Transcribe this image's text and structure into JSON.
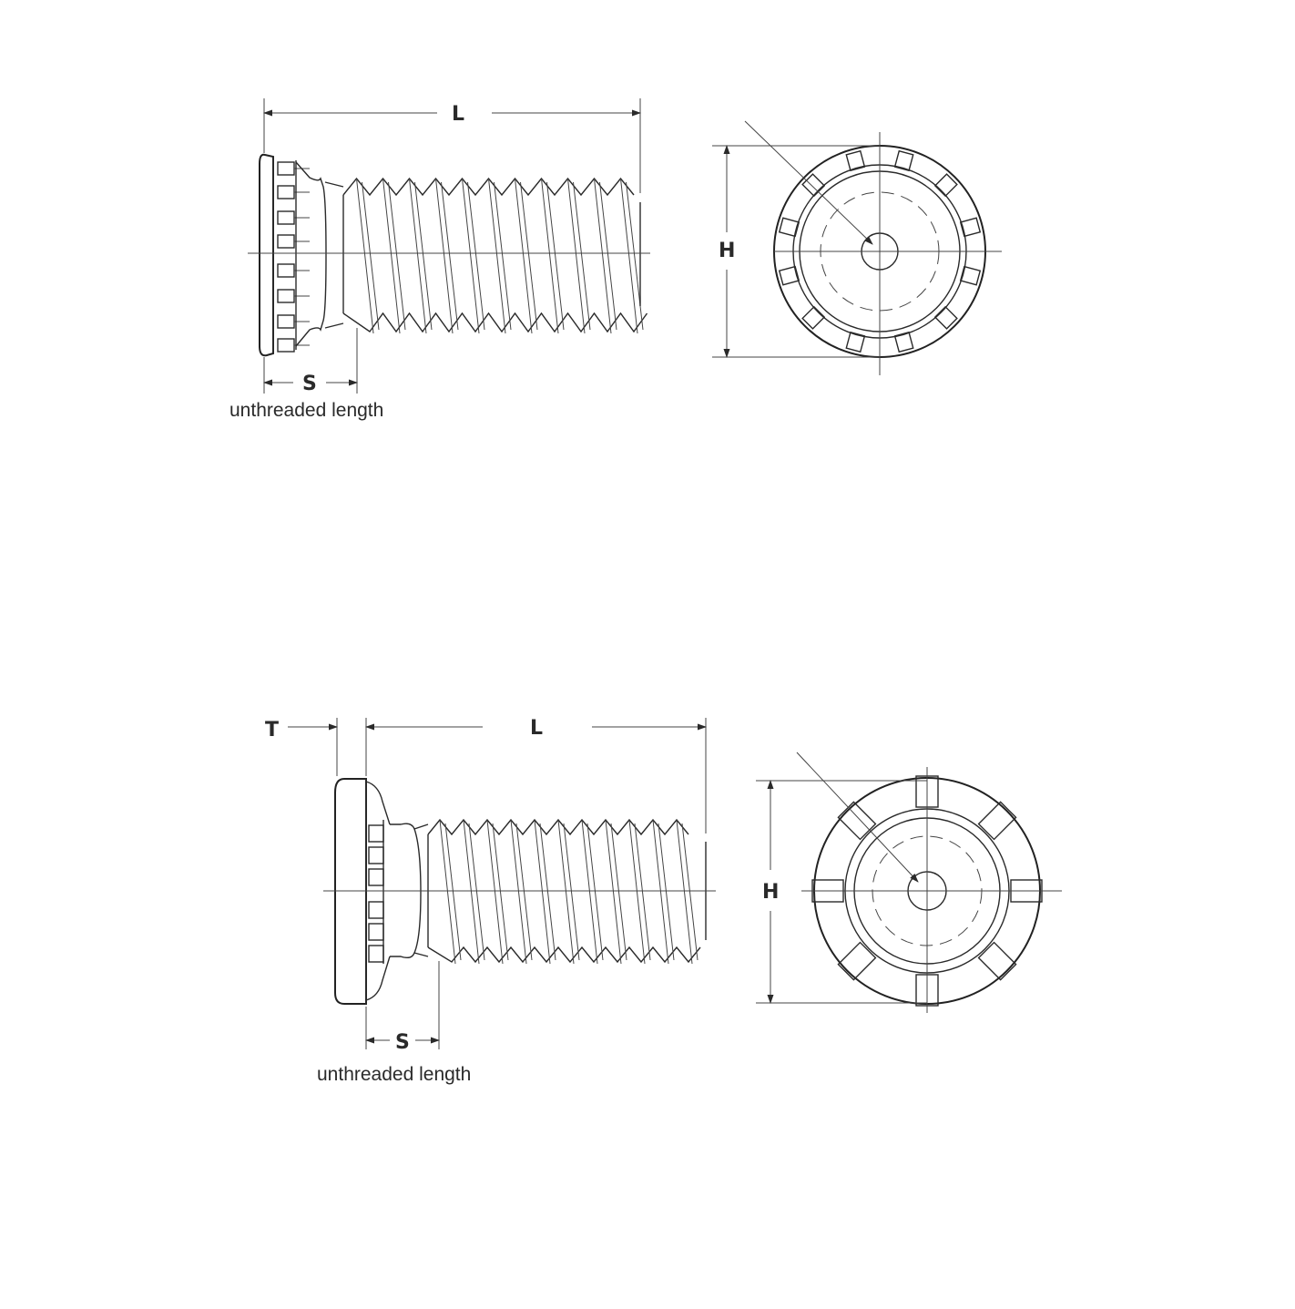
{
  "figure1": {
    "length_label": "L",
    "height_label": "H",
    "shank_label": "S",
    "caption": "unthreaded length"
  },
  "figure2": {
    "thickness_label": "T",
    "length_label": "L",
    "height_label": "H",
    "shank_label": "S",
    "caption": "unthreaded length"
  }
}
